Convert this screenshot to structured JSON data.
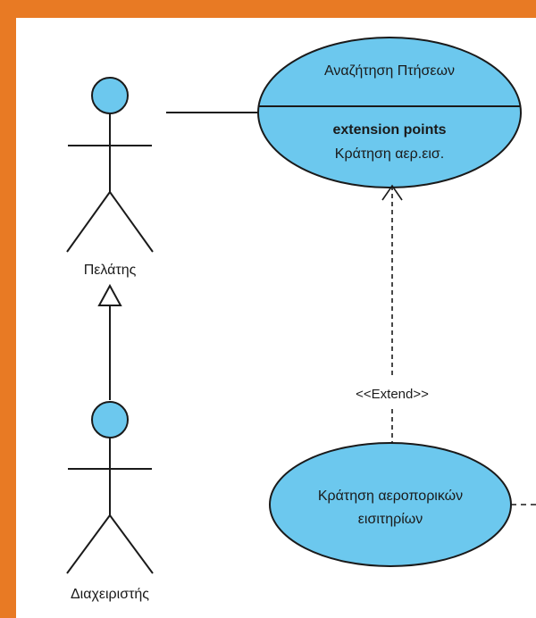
{
  "actors": {
    "customer": {
      "label": "Πελάτης"
    },
    "admin": {
      "label": "Διαχειριστής"
    }
  },
  "use_cases": {
    "search_flights": {
      "name": "Αναζήτηση Πτήσεων",
      "compartment_title": "extension points",
      "extension_point": "Κράτηση αερ.εισ."
    },
    "book_tickets": {
      "name_line1": "Κράτηση αεροπορικών",
      "name_line2": "εισιτηρίων"
    }
  },
  "relationships": {
    "extend_label": "<<Extend>>"
  },
  "colors": {
    "frame": "#e87a24",
    "use_case_fill": "#6cc8ee",
    "actor_head_fill": "#6cc8ee",
    "stroke": "#1a1a1a"
  }
}
